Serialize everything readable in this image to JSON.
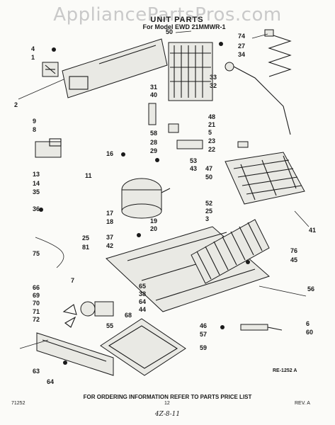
{
  "watermark": "AppliancePartsPros.com",
  "header": {
    "title": "UNIT PARTS",
    "model": "For Model EWD 21MMWR-1"
  },
  "footer": {
    "ordering_info": "FOR ORDERING INFORMATION REFER TO PARTS PRICE LIST",
    "doc_number": "RE-1252 A",
    "left_code": "71252",
    "page_number": "12",
    "revision": "REV. A",
    "handwritten_note": "4Z-8-11"
  },
  "callouts": [
    "50",
    "74",
    "27",
    "34",
    "4",
    "1",
    "33",
    "32",
    "31",
    "40",
    "2",
    "48",
    "21",
    "5",
    "23",
    "22",
    "58",
    "28",
    "29",
    "9",
    "8",
    "16",
    "53",
    "43",
    "47",
    "50",
    "13",
    "14",
    "11",
    "35",
    "52",
    "25",
    "3",
    "17",
    "18",
    "19",
    "20",
    "36",
    "41",
    "25",
    "81",
    "37",
    "42",
    "75",
    "7",
    "76",
    "45",
    "66",
    "65",
    "69",
    "38",
    "70",
    "64",
    "71",
    "44",
    "72",
    "55",
    "68",
    "56",
    "46",
    "57",
    "6",
    "60",
    "59",
    "63",
    "64"
  ]
}
